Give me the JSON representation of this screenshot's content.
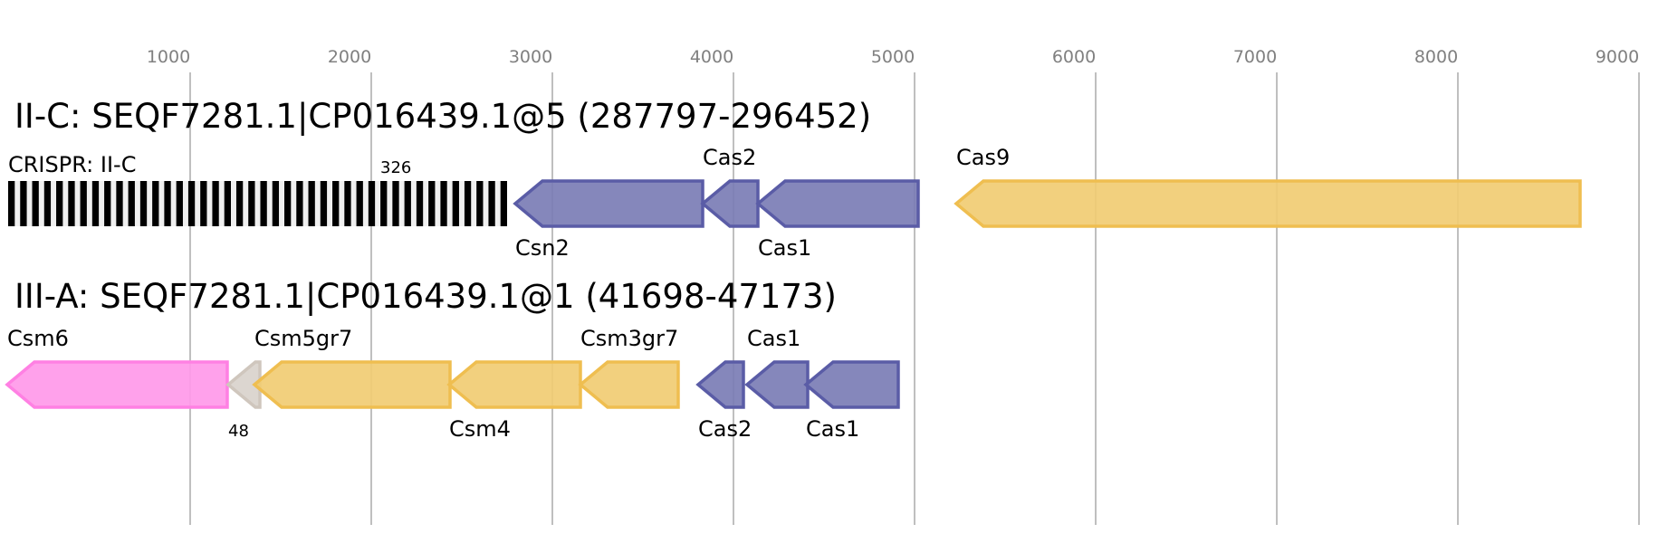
{
  "axis": {
    "ticks": [
      1000,
      2000,
      3000,
      4000,
      5000,
      6000,
      7000,
      8000,
      9000
    ]
  },
  "colors": {
    "purple_fill": "#7b7db5",
    "purple_stroke": "#5a5ca6",
    "yellow_fill": "#f1cc73",
    "yellow_stroke": "#efbe50",
    "pink_fill": "#ff99e9",
    "pink_stroke": "#ff80e3",
    "grey_fill": "#d9d2cc",
    "grey_stroke": "#cfc6bd",
    "crispr_dark": "#000000",
    "crispr_light": "#f0f0f0",
    "tick_text": "#808080",
    "gridline": "#bfbfbf"
  },
  "loci": [
    {
      "title": "II-C: SEQF7281.1|CP016439.1@5 (287797-296452)",
      "crispr": {
        "label": "CRISPR: II-C",
        "count_label": "326",
        "start": 0,
        "end": 2750,
        "repeats": 42
      },
      "genes": [
        {
          "name": "Csn2",
          "start": 2795,
          "end": 3830,
          "strand": "-",
          "color": "purple",
          "label_pos": "below"
        },
        {
          "name": "Cas2",
          "start": 3830,
          "end": 4135,
          "strand": "-",
          "color": "purple",
          "label_pos": "above"
        },
        {
          "name": "Cas1",
          "start": 4135,
          "end": 5020,
          "strand": "-",
          "color": "purple",
          "label_pos": "below"
        },
        {
          "name": "Cas9",
          "start": 5230,
          "end": 8675,
          "strand": "-",
          "color": "yellow",
          "label_pos": "above"
        }
      ]
    },
    {
      "title": "III-A: SEQF7281.1|CP016439.1@1 (41698-47173)",
      "genes": [
        {
          "name": "Csm6",
          "start": -10,
          "end": 1205,
          "strand": "-",
          "color": "pink",
          "label_pos": "above"
        },
        {
          "name": "48",
          "start": 1210,
          "end": 1385,
          "strand": "-",
          "color": "grey",
          "label_pos": "below",
          "small": true
        },
        {
          "name": "Csm5gr7",
          "start": 1355,
          "end": 2435,
          "strand": "-",
          "color": "yellow",
          "label_pos": "above"
        },
        {
          "name": "Csm4",
          "start": 2430,
          "end": 3155,
          "strand": "-",
          "color": "yellow",
          "label_pos": "below"
        },
        {
          "name": "Csm3gr7",
          "start": 3155,
          "end": 3695,
          "strand": "-",
          "color": "yellow",
          "label_pos": "above"
        },
        {
          "name": "Cas2",
          "start": 3805,
          "end": 4055,
          "strand": "-",
          "color": "purple",
          "label_pos": "below"
        },
        {
          "name": "Cas1",
          "start": 4075,
          "end": 4410,
          "strand": "-",
          "color": "purple",
          "label_pos": "above"
        },
        {
          "name": "Cas1",
          "start": 4400,
          "end": 4910,
          "strand": "-",
          "color": "purple",
          "label_pos": "below"
        }
      ]
    }
  ]
}
